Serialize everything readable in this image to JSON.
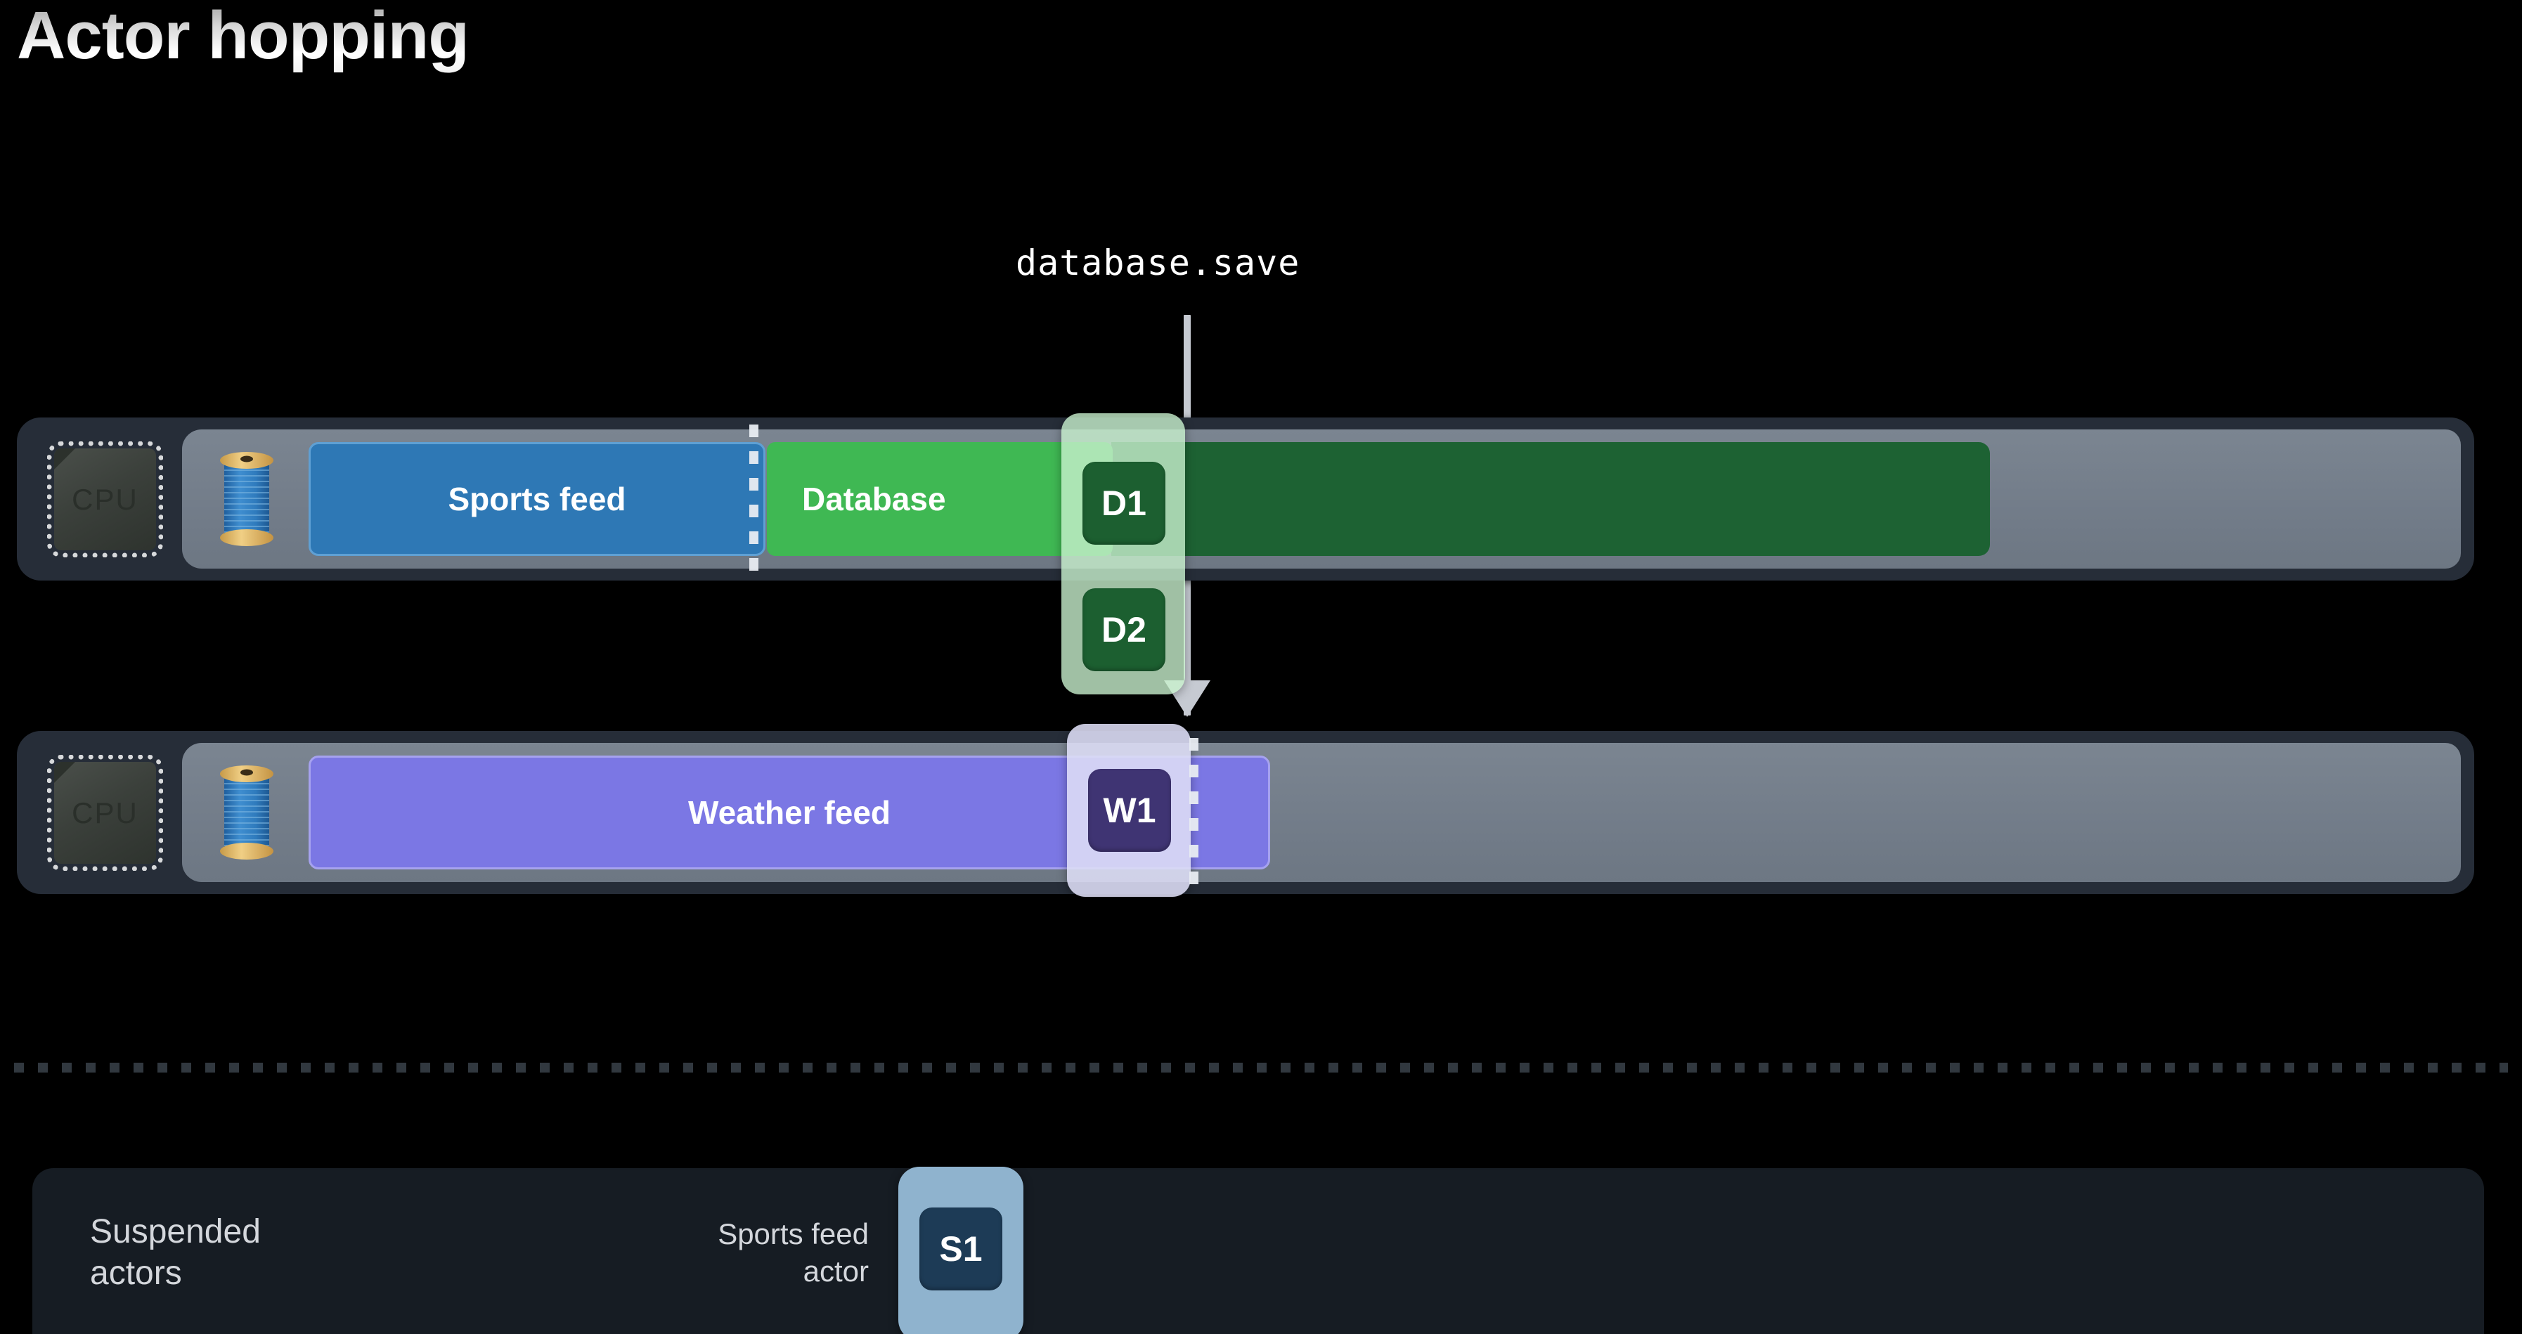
{
  "slide": {
    "title": "Actor hopping",
    "background_color": "#000000"
  },
  "call_annotation": {
    "label": "database.save",
    "connector_color": "#c6cad2"
  },
  "threads": [
    {
      "id": "thread-1",
      "cpu_label": "CPU",
      "spool_icon": "thread-spool-icon",
      "blocks": [
        {
          "name": "sports-feed-block",
          "label": "Sports feed",
          "color": "#2e78b5"
        },
        {
          "name": "database-block",
          "label": "Database",
          "color": "#3fb853"
        },
        {
          "name": "database-executing-tail",
          "label": "",
          "color": "#1d6233"
        }
      ]
    },
    {
      "id": "thread-2",
      "cpu_label": "CPU",
      "spool_icon": "thread-spool-icon",
      "blocks": [
        {
          "name": "weather-feed-block",
          "label": "Weather feed",
          "color": "#7b77e4"
        }
      ]
    }
  ],
  "job_badges": {
    "d1": "D1",
    "d2": "D2",
    "w1": "W1",
    "s1": "S1"
  },
  "suspended": {
    "title": "Suspended\nactors",
    "actor_name": "Sports feed\nactor",
    "badge": "S1",
    "panel_color": "#161c23"
  },
  "colors": {
    "track": "#757f8b",
    "row_shell": "#262d38",
    "sports_blue": "#2e78b5",
    "database_green": "#3fb853",
    "executing_green": "#1d6233",
    "weather_purple": "#7b77e4",
    "badge_green": "#1c5f30",
    "badge_purple": "#3f3473",
    "badge_navy": "#1d3b56",
    "capsule_green": "#c8f0cd",
    "capsule_lavender": "#dedef6",
    "capsule_steel": "#8fb3ce"
  }
}
